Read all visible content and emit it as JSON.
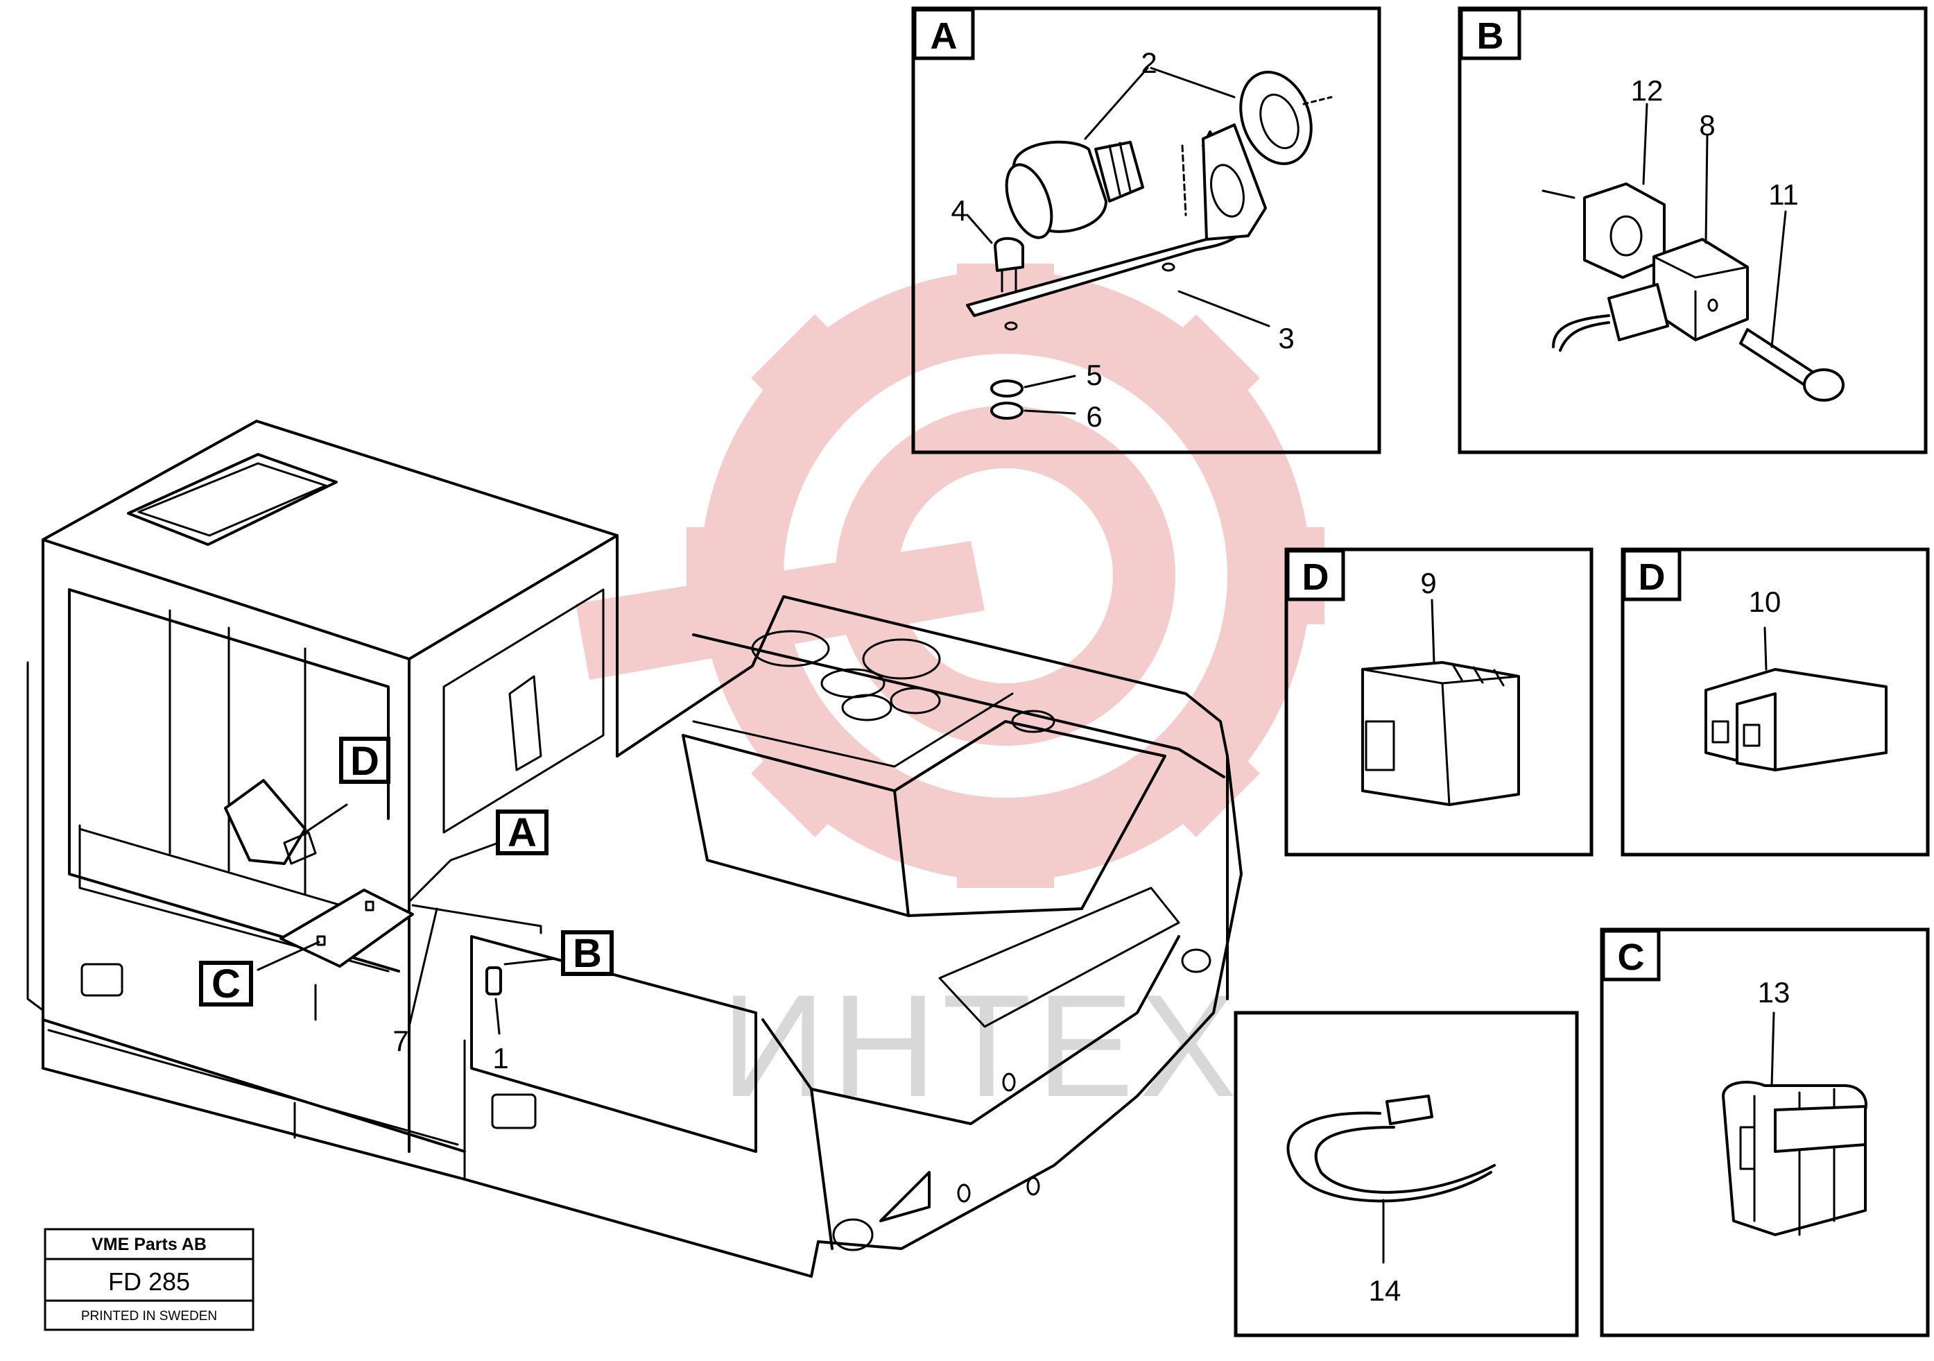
{
  "watermark": {
    "text": "ИНТЕХ",
    "color": "#f4c4c4"
  },
  "panels": {
    "A": {
      "letter": "A",
      "parts": [
        "2",
        "4",
        "3",
        "5",
        "6"
      ]
    },
    "B": {
      "letter": "B",
      "parts": [
        "12",
        "8",
        "11"
      ]
    },
    "D1": {
      "letter": "D",
      "part": "9"
    },
    "D2": {
      "letter": "D",
      "part": "10"
    },
    "C": {
      "letter": "C",
      "part": "13"
    },
    "tie": {
      "part": "14"
    }
  },
  "main": {
    "callouts": {
      "A": "A",
      "B": "B",
      "C": "C",
      "D": "D"
    },
    "parts": {
      "p7": "7",
      "p1": "1"
    }
  },
  "titleblock": {
    "company": "VME Parts AB",
    "code": "FD 285",
    "footer": "PRINTED IN SWEDEN"
  }
}
